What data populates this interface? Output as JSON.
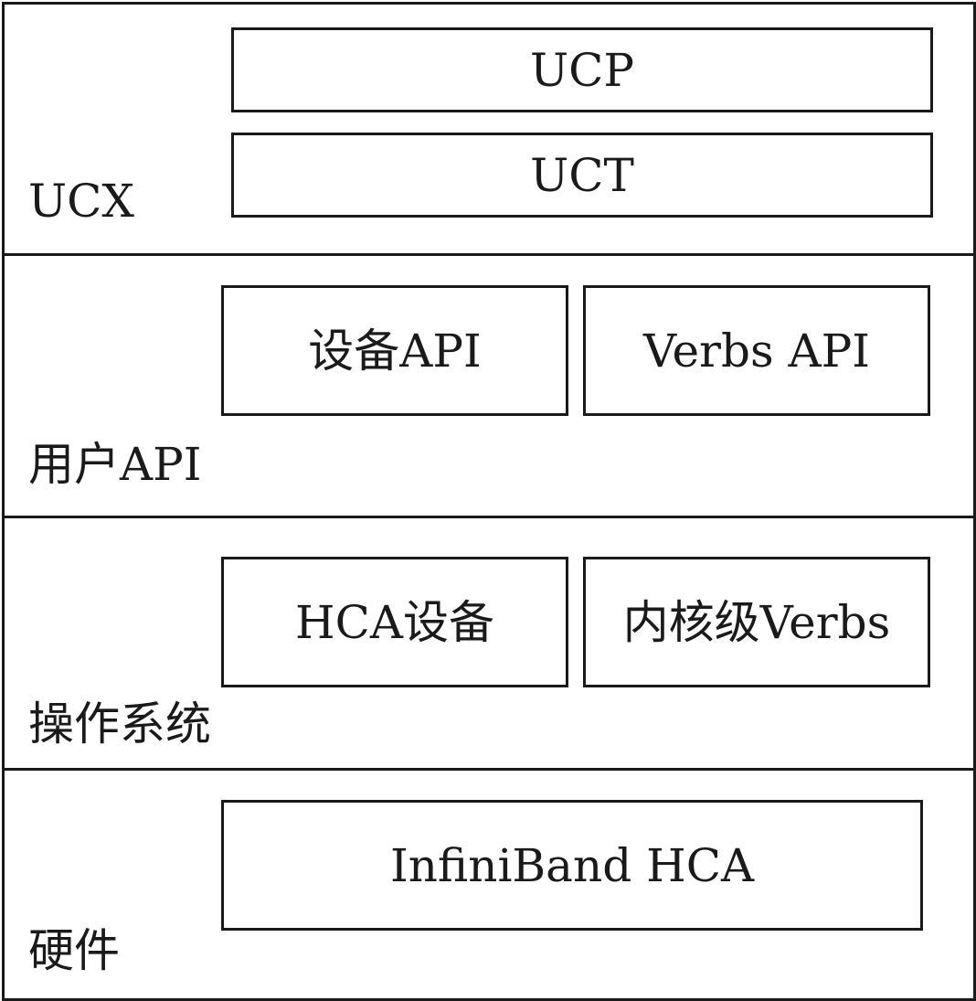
{
  "layers": [
    {
      "label": "UCX",
      "boxes": [
        "UCP",
        "UCT"
      ]
    },
    {
      "label": "用户API",
      "boxes": [
        "设备API",
        "Verbs API"
      ]
    },
    {
      "label": "操作系统",
      "boxes": [
        "HCA设备",
        "内核级Verbs"
      ]
    },
    {
      "label": "硬件",
      "boxes": [
        "InfiniBand HCA"
      ]
    }
  ]
}
